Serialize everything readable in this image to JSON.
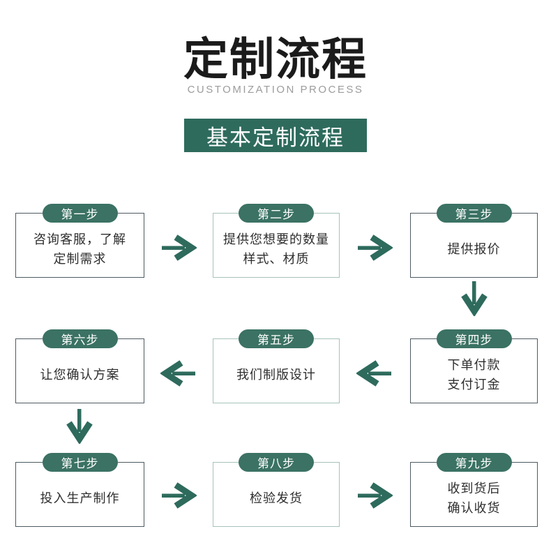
{
  "header": {
    "title": "定制流程",
    "subtitle": "CUSTOMIZATION PROCESS",
    "banner": "基本定制流程"
  },
  "colors": {
    "accent_green": "#2e6b5d",
    "badge_green": "#3b7263",
    "title_text": "#1b1b1b",
    "subtitle_text": "#9c9c9c",
    "box_text": "#2e2e2e",
    "border_dark": "#4d5a60",
    "border_light": "#a7c2ba"
  },
  "steps": [
    {
      "badge": "第一步",
      "lines": [
        "咨询客服，了解",
        "定制需求"
      ]
    },
    {
      "badge": "第二步",
      "lines": [
        "提供您想要的数量",
        "样式、材质"
      ]
    },
    {
      "badge": "第三步",
      "lines": [
        "提供报价"
      ]
    },
    {
      "badge": "第四步",
      "lines": [
        "下单付款",
        "支付订金"
      ]
    },
    {
      "badge": "第五步",
      "lines": [
        "我们制版设计"
      ]
    },
    {
      "badge": "第六步",
      "lines": [
        "让您确认方案"
      ]
    },
    {
      "badge": "第七步",
      "lines": [
        "投入生产制作"
      ]
    },
    {
      "badge": "第八步",
      "lines": [
        "检验发货"
      ]
    },
    {
      "badge": "第九步",
      "lines": [
        "收到货后",
        "确认收货"
      ]
    }
  ]
}
